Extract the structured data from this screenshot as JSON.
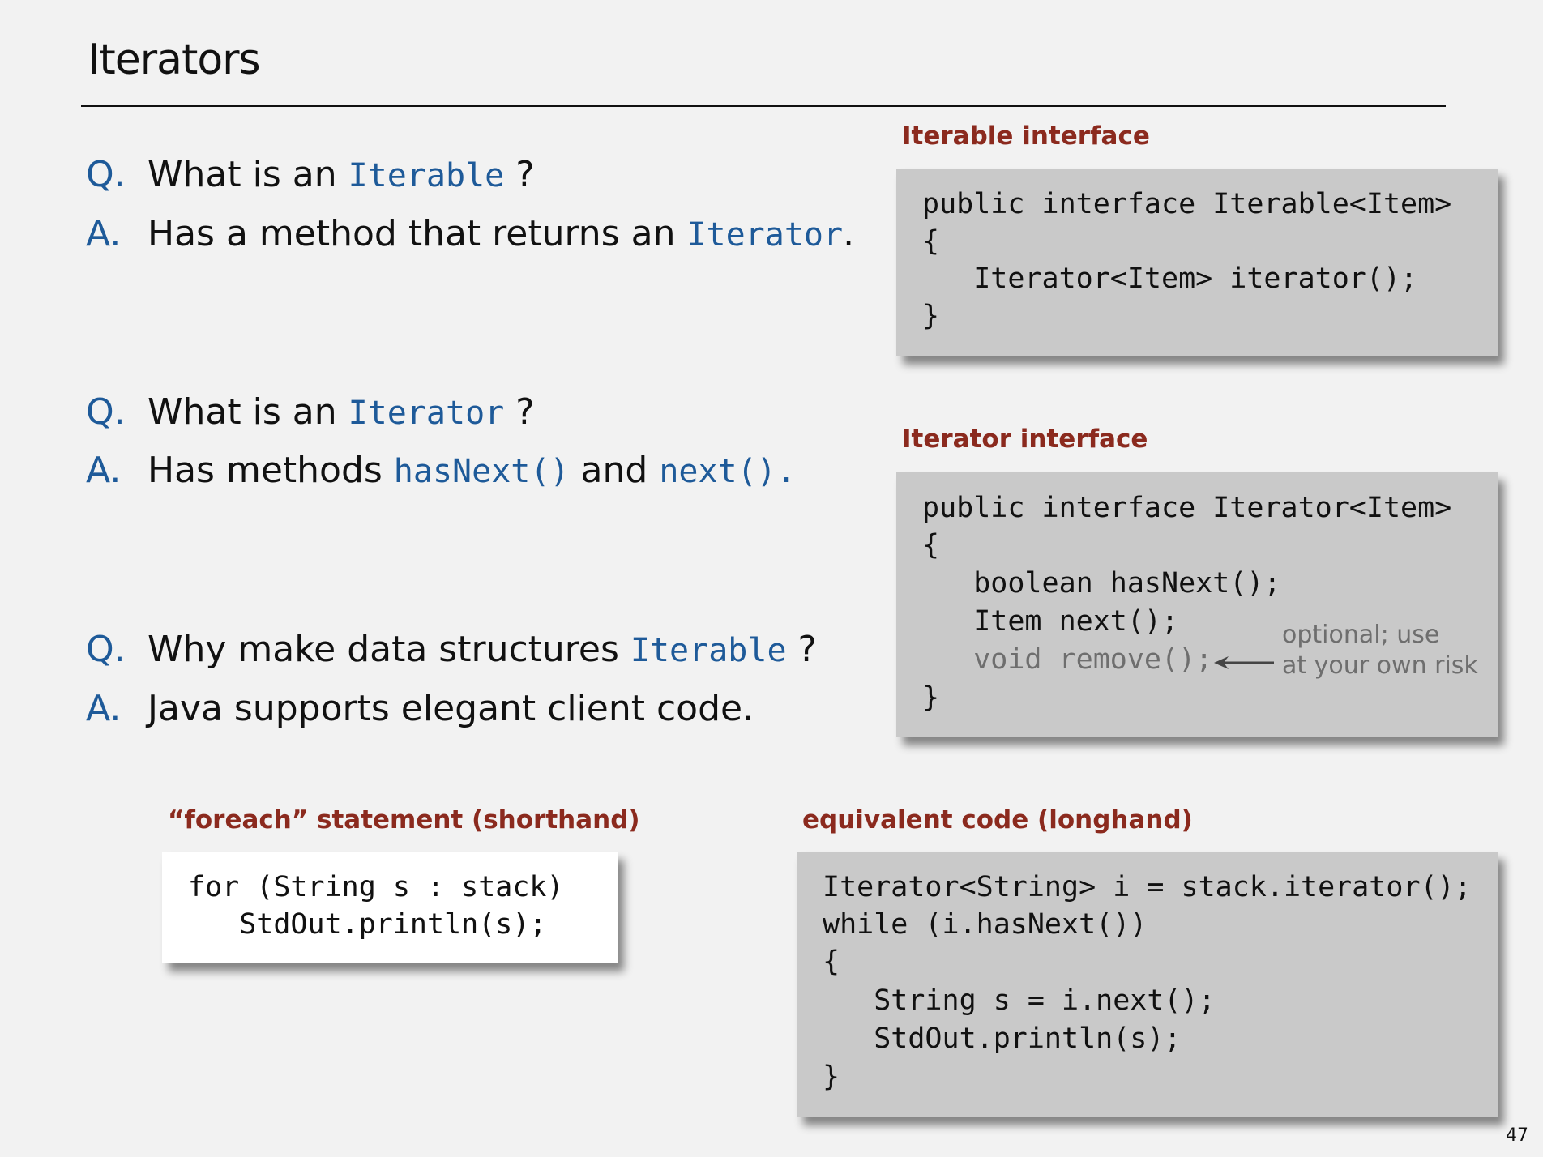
{
  "title": "Iterators",
  "qa": [
    {
      "q_mark": "Q.",
      "q_pre": "What is an ",
      "q_code": "Iterable",
      "q_post": " ?",
      "a_mark": "A.",
      "a_pre": "Has a method that returns an ",
      "a_code": "Iterator",
      "a_post": "."
    },
    {
      "q_mark": "Q.",
      "q_pre": "What is an ",
      "q_code": "Iterator",
      "q_post": " ?",
      "a_mark": "A.",
      "a_pre": "Has methods ",
      "a_code": "hasNext()",
      "a_mid": " and ",
      "a_code2": "next().",
      "a_post": ""
    },
    {
      "q_mark": "Q.",
      "q_pre": "Why make data structures ",
      "q_code": "Iterable",
      "q_post": " ?",
      "a_mark": "A.",
      "a_pre": "Java supports elegant client code.",
      "a_code": "",
      "a_post": ""
    }
  ],
  "iterable_box": {
    "label": "Iterable interface",
    "lines": [
      "public interface Iterable<Item>",
      "{",
      "   Iterator<Item> iterator();",
      "}"
    ]
  },
  "iterator_box": {
    "label": "Iterator interface",
    "lines": [
      "public interface Iterator<Item>",
      "{",
      "   boolean hasNext();",
      "   Item next();",
      "   void remove();",
      "}"
    ],
    "note": [
      "optional; use",
      "at your own risk"
    ]
  },
  "foreach_box": {
    "label": "“foreach” statement (shorthand)",
    "lines": [
      "for (String s : stack)",
      "   StdOut.println(s);"
    ]
  },
  "longhand_box": {
    "label": "equivalent code (longhand)",
    "lines": [
      "Iterator<String> i = stack.iterator();",
      "while (i.hasNext())",
      "{",
      "   String s = i.next();",
      "   StdOut.println(s);",
      "}"
    ]
  },
  "page_number": "47"
}
